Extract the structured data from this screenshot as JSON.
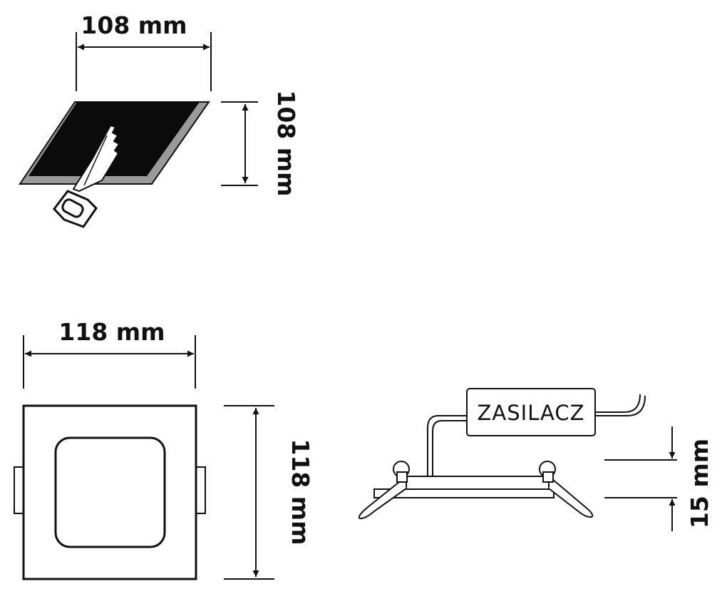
{
  "cutout": {
    "width_label": "108 mm",
    "height_label": "108 mm"
  },
  "panel": {
    "width_label": "118 mm",
    "height_label": "118 mm"
  },
  "side_view": {
    "driver_label": "ZASILACZ",
    "depth_label": "15 mm"
  }
}
